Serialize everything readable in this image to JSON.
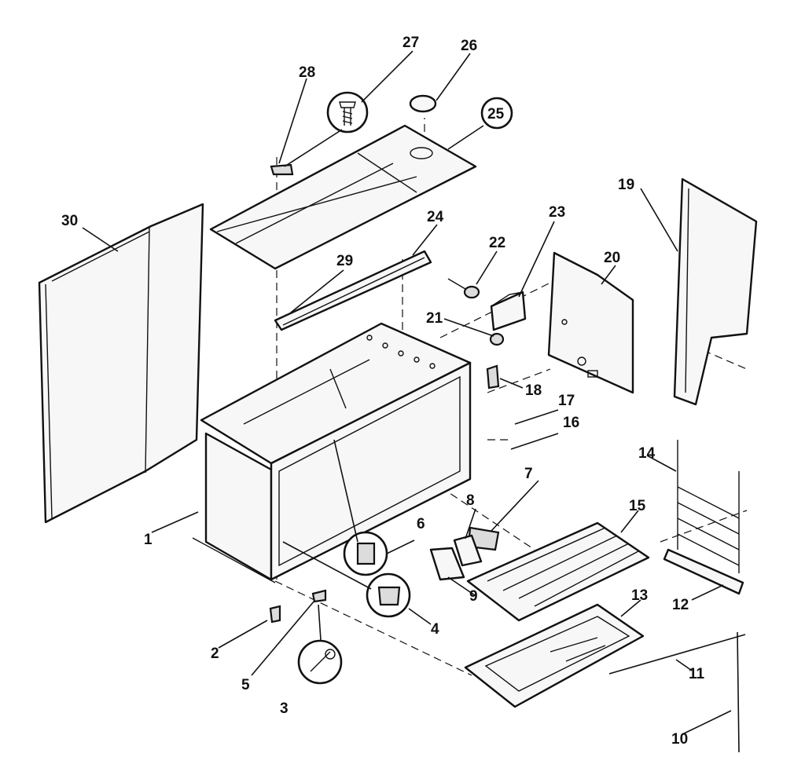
{
  "callouts": [
    {
      "id": "p1",
      "label": "1"
    },
    {
      "id": "p2",
      "label": "2"
    },
    {
      "id": "p3",
      "label": "3"
    },
    {
      "id": "p4",
      "label": "4"
    },
    {
      "id": "p5",
      "label": "5"
    },
    {
      "id": "p6",
      "label": "6"
    },
    {
      "id": "p7",
      "label": "7"
    },
    {
      "id": "p8",
      "label": "8"
    },
    {
      "id": "p9",
      "label": "9"
    },
    {
      "id": "p10",
      "label": "10"
    },
    {
      "id": "p11",
      "label": "11"
    },
    {
      "id": "p12",
      "label": "12"
    },
    {
      "id": "p13",
      "label": "13"
    },
    {
      "id": "p14",
      "label": "14"
    },
    {
      "id": "p15",
      "label": "15"
    },
    {
      "id": "p16",
      "label": "16"
    },
    {
      "id": "p17",
      "label": "17"
    },
    {
      "id": "p18",
      "label": "18"
    },
    {
      "id": "p19",
      "label": "19"
    },
    {
      "id": "p20",
      "label": "20"
    },
    {
      "id": "p21",
      "label": "21"
    },
    {
      "id": "p22",
      "label": "22"
    },
    {
      "id": "p23",
      "label": "23"
    },
    {
      "id": "p24",
      "label": "24"
    },
    {
      "id": "p25",
      "label": "25"
    },
    {
      "id": "p26",
      "label": "26"
    },
    {
      "id": "p27",
      "label": "27"
    },
    {
      "id": "p28",
      "label": "28"
    },
    {
      "id": "p29",
      "label": "29"
    },
    {
      "id": "p30",
      "label": "30"
    }
  ]
}
